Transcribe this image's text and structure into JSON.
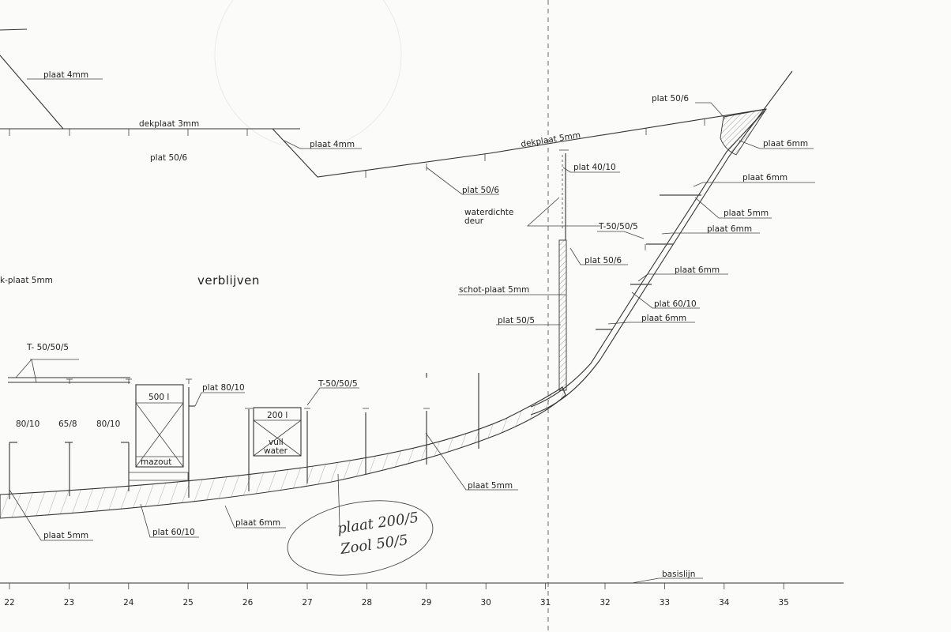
{
  "labels": {
    "plaat_4mm_top": "plaat 4mm",
    "dekplaat_3mm": "dekplaat 3mm",
    "plat_50_6_left": "plat 50/6",
    "plaat_4mm_mid": "plaat 4mm",
    "dekplaat_5mm": "dekplaat 5mm",
    "plat_50_6_upper": "plat 50/6",
    "plat_40_10": "plat 40/10",
    "waterdichte": "waterdichte",
    "deur": "deur",
    "plat_50_6_bow": "plat 50/6",
    "plaat_6mm_bow1": "plaat 6mm",
    "plaat_6mm_bow2": "plaat 6mm",
    "plaat_5mm_bow": "plaat 5mm",
    "t_50_50_5_right": "T-50/50/5",
    "plaat_6mm_bow3": "plaat 6mm",
    "plat_50_6_bulk": "plat 50/6",
    "plaat_6mm_bow4": "plaat 6mm",
    "schot_plaat_5mm": "schot-plaat 5mm",
    "plat_60_10_right": "plat 60/10",
    "plaat_6mm_bow5": "plaat 6mm",
    "plat_50_5": "plat 50/5",
    "k_plaat_5mm": "k-plaat 5mm",
    "verblijven": "verblijven",
    "t_50_50_5_left": "T- 50/50/5",
    "plat_80_10_a": "80/10",
    "plat_65_8": "65/8",
    "plat_80_10_b": "80/10",
    "tank_500": "500 l",
    "mazout": "mazout",
    "plat_80_10": "plat 80/10",
    "t_50_50_5_mid": "T-50/50/5",
    "tank_200": "200 l",
    "vuil": "vuil",
    "water": "water",
    "plaat_5mm_bottom_left": "plaat 5mm",
    "plat_60_10_bottom": "plat 60/10",
    "plaat_6mm_bottom": "plaat 6mm",
    "plaat_5mm_bottom_right": "plaat 5mm",
    "basislijn": "basislijn",
    "hand_line1": "plaat 200/5",
    "hand_line2": "Zool 50/5"
  },
  "frames": [
    "22",
    "23",
    "24",
    "25",
    "26",
    "27",
    "28",
    "29",
    "30",
    "31",
    "32",
    "33",
    "34",
    "35"
  ],
  "colors": {
    "ink": "#333333",
    "paper": "#fbfbf9"
  }
}
